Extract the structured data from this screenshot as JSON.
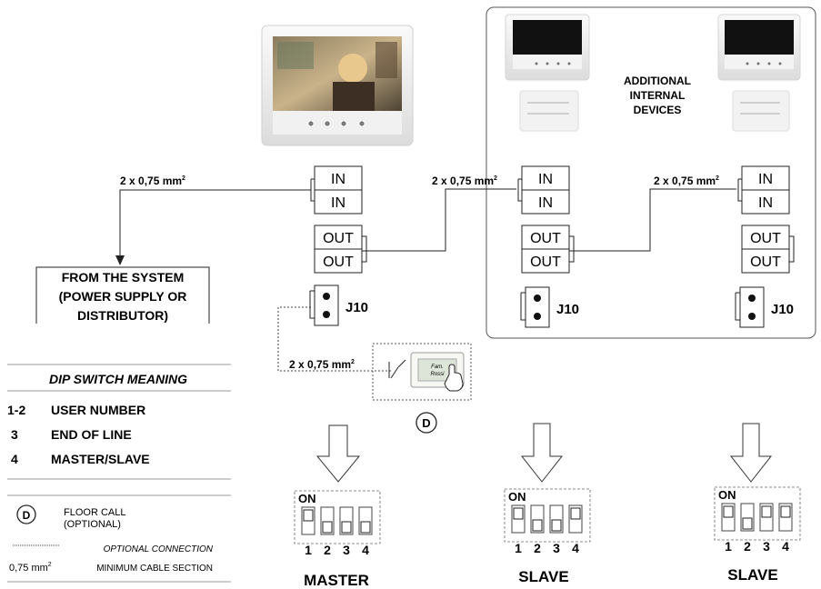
{
  "cable_label": "2 x 0,75 mm",
  "cable_sup": "2",
  "terminals": {
    "in": "IN",
    "out": "OUT",
    "j10": "J10"
  },
  "additional_devices": [
    "ADDITIONAL",
    "INTERNAL",
    "DEVICES"
  ],
  "from_system": [
    "FROM THE SYSTEM",
    "(POWER SUPPLY OR",
    "DISTRIBUTOR)"
  ],
  "floor_call_button": {
    "line1": "Fam.",
    "line2": "Rossi"
  },
  "d_marker": "D",
  "dip_meaning": {
    "title": "DIP SWITCH MEANING",
    "rows": [
      {
        "key": "1-2",
        "value": "USER NUMBER"
      },
      {
        "key": "3",
        "value": "END OF LINE"
      },
      {
        "key": "4",
        "value": "MASTER/SLAVE"
      }
    ]
  },
  "legend": {
    "d_label": "D",
    "floor_call": "FLOOR CALL",
    "optional": "(OPTIONAL)",
    "optional_connection": "OPTIONAL CONNECTION",
    "cable_value": "0,75 mm",
    "cable_sup": "2",
    "min_section": "MINIMUM CABLE SECTION"
  },
  "dip_switches": [
    {
      "title": "MASTER",
      "on_label": "ON",
      "numbers": [
        "1",
        "2",
        "3",
        "4"
      ],
      "states": [
        "on",
        "off",
        "off",
        "off"
      ]
    },
    {
      "title": "SLAVE",
      "on_label": "ON",
      "numbers": [
        "1",
        "2",
        "3",
        "4"
      ],
      "states": [
        "on",
        "off",
        "off",
        "on"
      ]
    },
    {
      "title": "SLAVE",
      "on_label": "ON",
      "numbers": [
        "1",
        "2",
        "3",
        "4"
      ],
      "states": [
        "on",
        "off",
        "on",
        "on"
      ]
    }
  ]
}
